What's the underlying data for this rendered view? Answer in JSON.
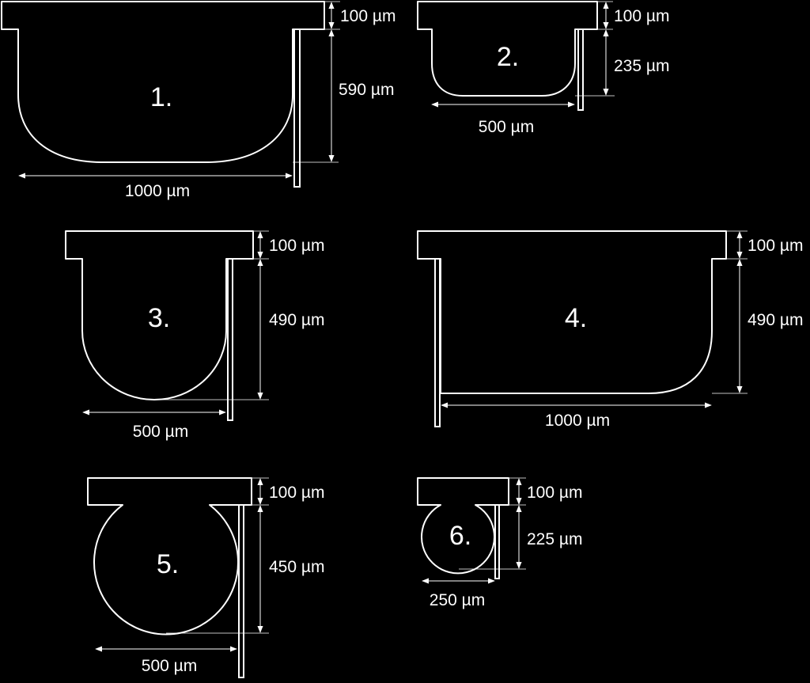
{
  "figures": [
    {
      "number": "1.",
      "height_top": "100 µm",
      "height_body": "590 µm",
      "width": "1000 µm"
    },
    {
      "number": "2.",
      "height_top": "100 µm",
      "height_body": "235 µm",
      "width": "500 µm"
    },
    {
      "number": "3.",
      "height_top": "100 µm",
      "height_body": "490 µm",
      "width": "500 µm"
    },
    {
      "number": "4.",
      "height_top": "100 µm",
      "height_body": "490 µm",
      "width": "1000 µm"
    },
    {
      "number": "5.",
      "height_top": "100 µm",
      "height_body": "450 µm",
      "width": "500 µm"
    },
    {
      "number": "6.",
      "height_top": "100 µm",
      "height_body": "225 µm",
      "width": "250 µm"
    }
  ]
}
